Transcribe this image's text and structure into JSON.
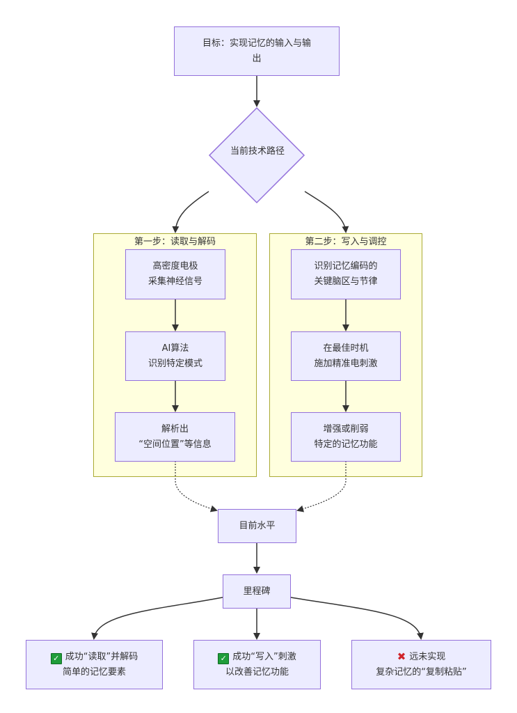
{
  "colors": {
    "node_fill": "#ECECFF",
    "node_border": "#9370DB",
    "cluster_fill": "#FFFFDE",
    "cluster_border": "#AAAA33",
    "edge": "#333333",
    "check_green": "#1f9d3a",
    "cross_red": "#d0232a"
  },
  "goal": {
    "lines": [
      "目标：实现记忆的输入与输",
      "出"
    ]
  },
  "decision": {
    "label": "当前技术路径"
  },
  "step1": {
    "title": "第一步：读取与解码",
    "nodes": [
      {
        "lines": [
          "高密度电极",
          "采集神经信号"
        ]
      },
      {
        "lines": [
          "AI算法",
          "识别特定模式"
        ]
      },
      {
        "lines": [
          "解析出",
          "“空间位置”等信息"
        ]
      }
    ]
  },
  "step2": {
    "title": "第二步：写入与调控",
    "nodes": [
      {
        "lines": [
          "识别记忆编码的",
          "关键脑区与节律"
        ]
      },
      {
        "lines": [
          "在最佳时机",
          "施加精准电刺激"
        ]
      },
      {
        "lines": [
          "增强或削弱",
          "特定的记忆功能"
        ]
      }
    ]
  },
  "current_level": {
    "label": "目前水平"
  },
  "milestone": {
    "label": "里程碑"
  },
  "outcomes": [
    {
      "icon": "check-icon",
      "icon_glyph": "✓",
      "lines": [
        "成功“读取”并解码",
        "简单的记忆要素"
      ]
    },
    {
      "icon": "check-icon",
      "icon_glyph": "✓",
      "lines": [
        "成功“写入”刺激",
        "以改善记忆功能"
      ]
    },
    {
      "icon": "cross-icon",
      "icon_glyph": "✖",
      "lines": [
        "远未实现",
        "复杂记忆的“复制粘贴”"
      ]
    }
  ]
}
